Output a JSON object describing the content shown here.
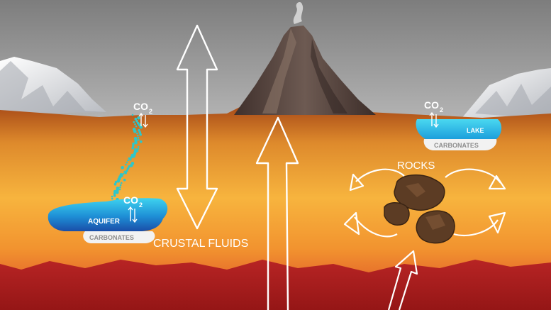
{
  "labels": {
    "co2_left": "CO",
    "co2_left_sub": "2",
    "co2_aquifer": "CO",
    "co2_aquifer_sub": "2",
    "co2_lake": "CO",
    "co2_lake_sub": "2",
    "aquifer": "AQUIFER",
    "carbonates_aquifer": "CARBONATES",
    "lake": "LAKE",
    "carbonates_lake": "CARBONATES",
    "rocks": "ROCKS",
    "crustal_fluids": "CRUSTAL FLUIDS"
  },
  "colors": {
    "sky": "#a3a3a3",
    "crust_top": "#c6661c",
    "crust_mid": "#f2a93a",
    "mantle": "#b51f1f",
    "water": "#2ec6e6",
    "water_deep": "#1f64c4",
    "carbonates": "#f2f2f2",
    "rock": "#5a3a22",
    "volcano": "#5b4a45",
    "arrow": "#ffffff"
  }
}
